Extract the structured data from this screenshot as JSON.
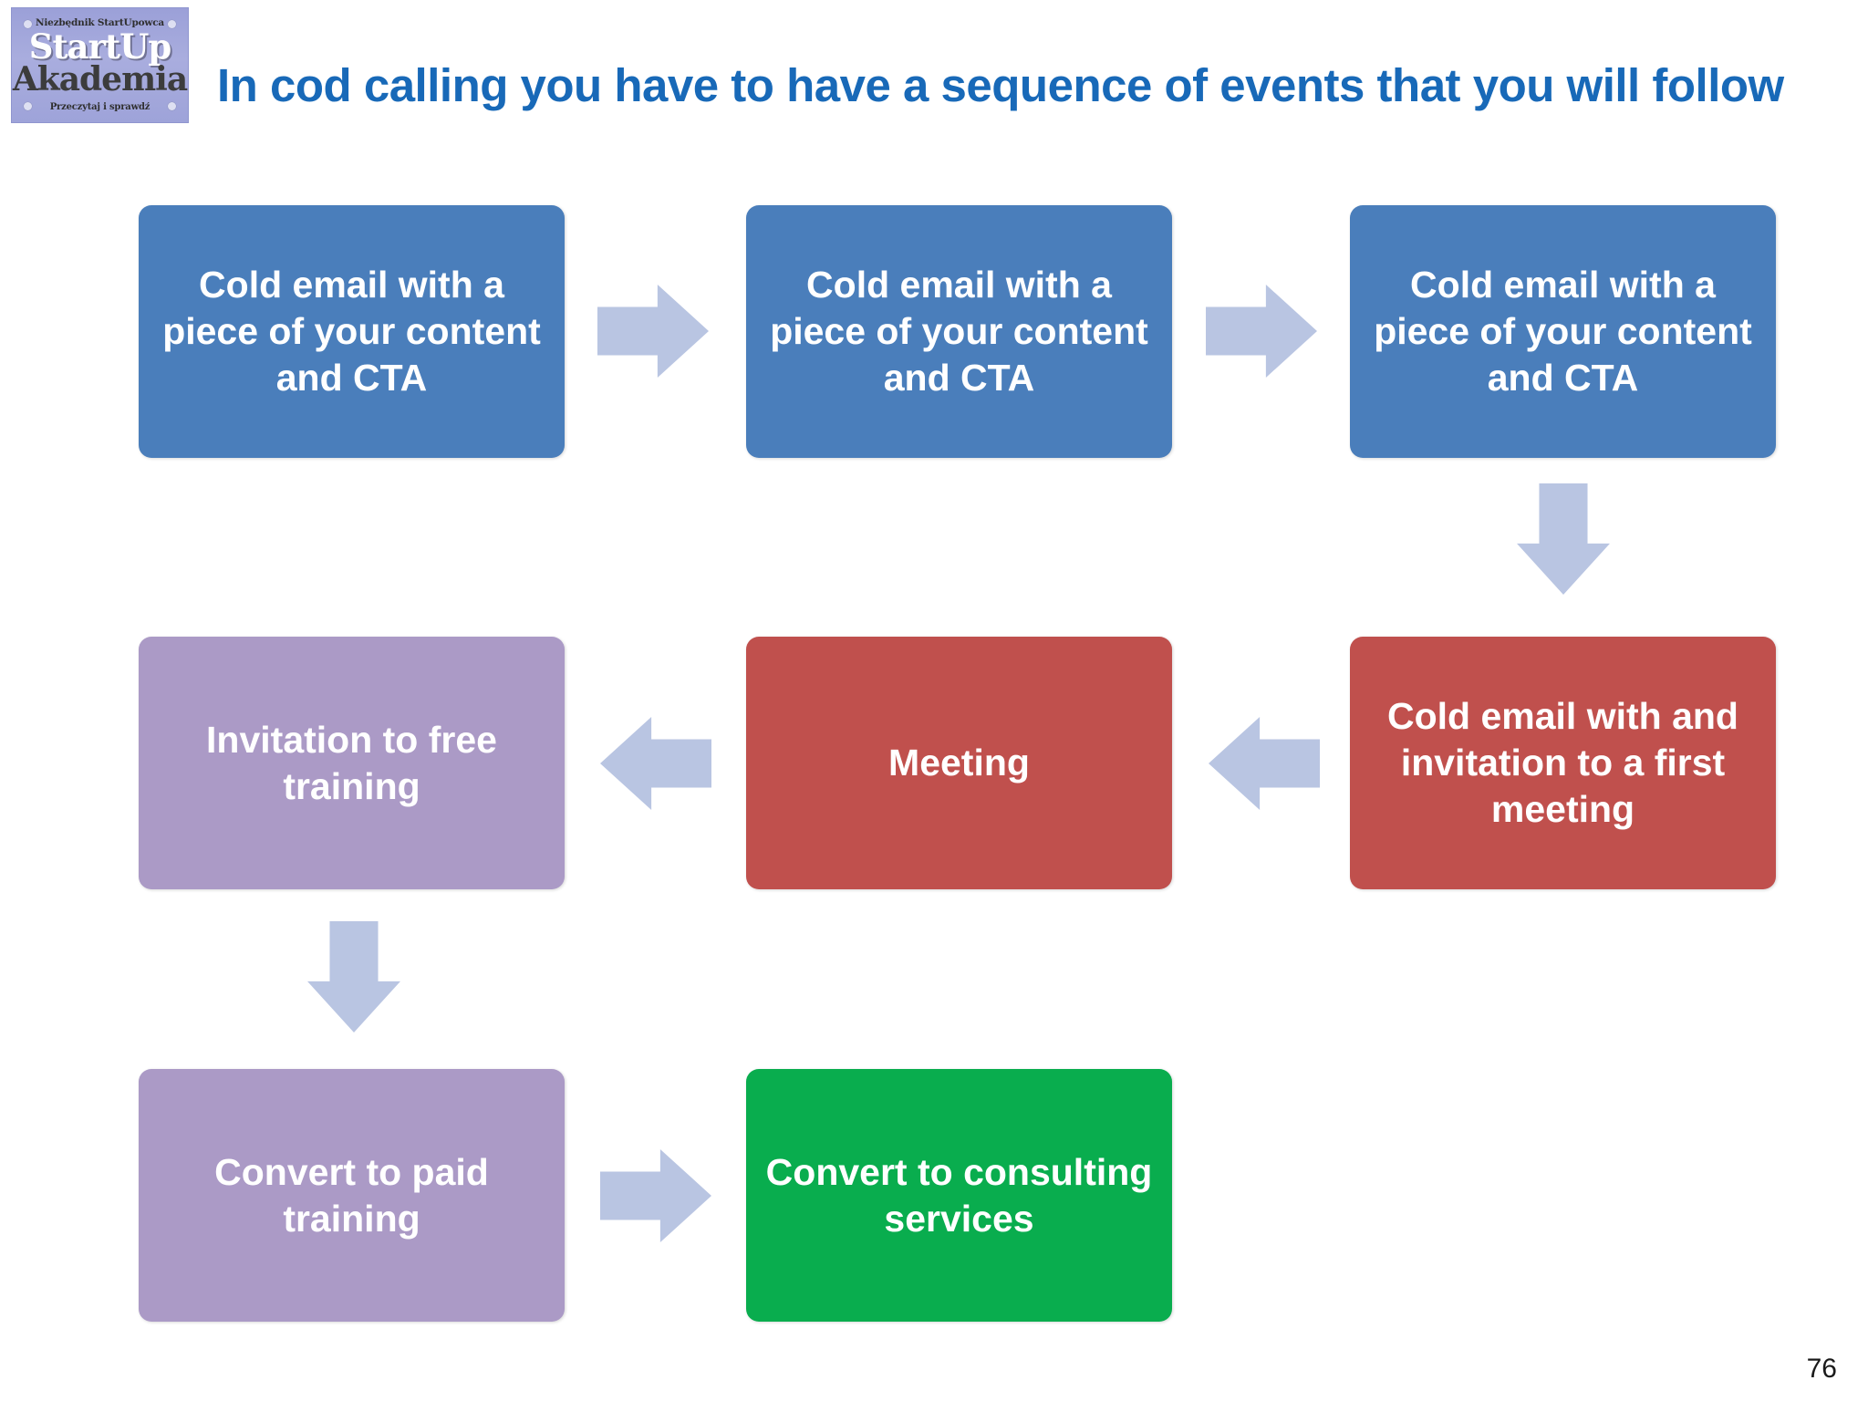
{
  "slide": {
    "page_number": "76",
    "title": "In cod calling you have to have a sequence of events that you will follow",
    "title_color": "#1869b8",
    "background_color": "#ffffff"
  },
  "logo": {
    "top_text": "Niezbędnik StartUpowca",
    "main_line_1": "StartUp",
    "main_line_2": "Akademia",
    "bottom_text": "Przeczytaj i sprawdź",
    "background_color": "#a9adde"
  },
  "flow": {
    "arrow_color": "#b9c5e2",
    "nodes": [
      {
        "id": "cold-1",
        "label": "Cold email with a piece of your content and CTA",
        "color": "#4a7ebb",
        "row": 1,
        "col": 1
      },
      {
        "id": "cold-2",
        "label": "Cold email with a piece of your content and CTA",
        "color": "#4a7ebb",
        "row": 1,
        "col": 2
      },
      {
        "id": "cold-3",
        "label": "Cold email with a piece of your content and CTA",
        "color": "#4a7ebb",
        "row": 1,
        "col": 3
      },
      {
        "id": "invitation-free",
        "label": "Invitation to free training",
        "color": "#ab9ac6",
        "row": 2,
        "col": 1
      },
      {
        "id": "meeting",
        "label": "Meeting",
        "color": "#c0504d",
        "row": 2,
        "col": 2
      },
      {
        "id": "cold-invitation",
        "label": "Cold email with and invitation to a first meeting",
        "color": "#c0504d",
        "row": 2,
        "col": 3
      },
      {
        "id": "convert-paid",
        "label": "Convert to paid training",
        "color": "#ab9ac6",
        "row": 3,
        "col": 1
      },
      {
        "id": "convert-consulting",
        "label": "Convert to consulting services",
        "color": "#09ad4e",
        "row": 3,
        "col": 2
      }
    ],
    "connectors": [
      {
        "id": "r1",
        "direction": "right",
        "from": "cold-1",
        "to": "cold-2"
      },
      {
        "id": "r2",
        "direction": "right",
        "from": "cold-2",
        "to": "cold-3"
      },
      {
        "id": "d1",
        "direction": "down",
        "from": "cold-3",
        "to": "cold-invitation"
      },
      {
        "id": "l1",
        "direction": "left",
        "from": "cold-invitation",
        "to": "meeting"
      },
      {
        "id": "l2",
        "direction": "left",
        "from": "meeting",
        "to": "invitation-free"
      },
      {
        "id": "d2",
        "direction": "down",
        "from": "invitation-free",
        "to": "convert-paid"
      },
      {
        "id": "r3",
        "direction": "right",
        "from": "convert-paid",
        "to": "convert-consulting"
      }
    ]
  }
}
